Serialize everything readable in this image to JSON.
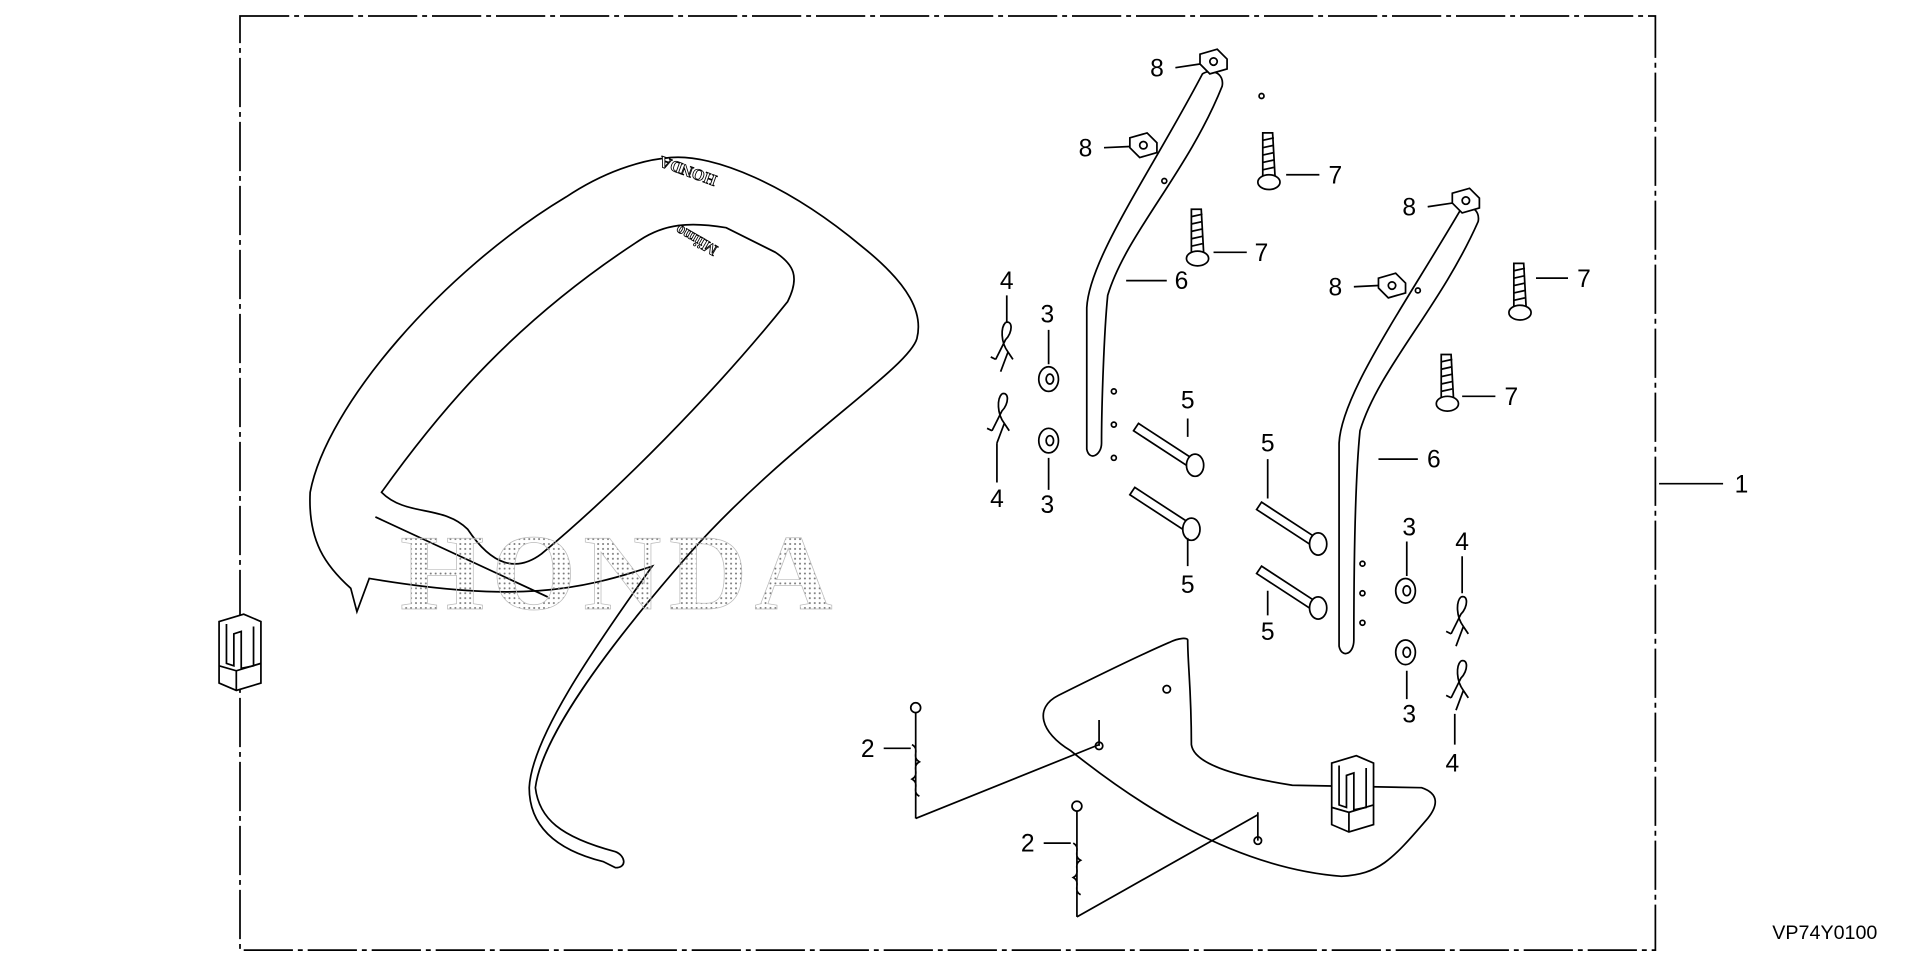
{
  "diagram": {
    "code": "VP74Y0100",
    "watermark": "HONDA",
    "cover_logo": "HONDA",
    "cover_model": "Miimo",
    "callouts": {
      "kit": "1",
      "pin_2": "2",
      "washer": "3",
      "clip": "4",
      "pin_5": "5",
      "tube": "6",
      "bolt": "7",
      "nut": "8"
    }
  }
}
